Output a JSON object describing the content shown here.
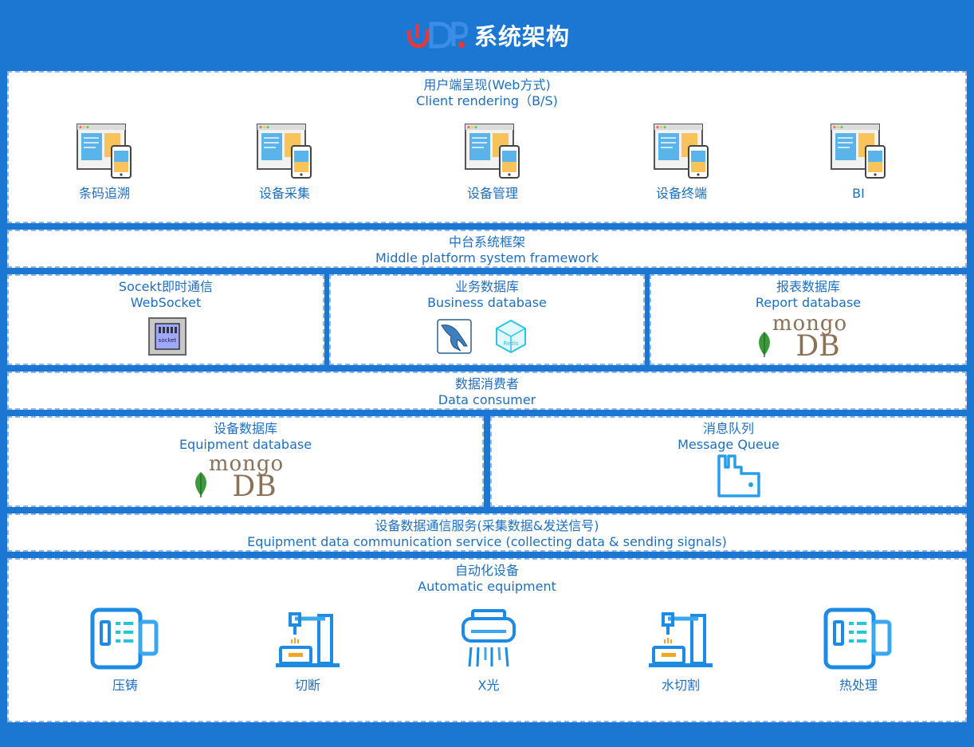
{
  "header": {
    "title": "系统架构"
  },
  "client": {
    "title_cn": "用户端呈现(Web方式)",
    "title_en": "Client rendering（B/S)",
    "items": [
      {
        "label": "条码追溯",
        "icon": "web-mobile-icon"
      },
      {
        "label": "设备采集",
        "icon": "web-mobile-icon"
      },
      {
        "label": "设备管理",
        "icon": "web-mobile-icon"
      },
      {
        "label": "设备终端",
        "icon": "web-mobile-icon"
      },
      {
        "label": "BI",
        "icon": "web-mobile-icon"
      }
    ]
  },
  "middle": {
    "title_cn": "中台系统框架",
    "title_en": "Middle platform system framework",
    "socket": {
      "title_cn": "Socekt即时通信",
      "title_en": "WebSocket",
      "icon_text": "socket"
    },
    "business_db": {
      "title_cn": "业务数据库",
      "title_en": "Business database",
      "redis_text": "Redis"
    },
    "report_db": {
      "title_cn": "报表数据库",
      "title_en": "Report database",
      "logo_top": "mongo",
      "logo_bottom": "DB"
    }
  },
  "consumer": {
    "title_cn": "数据消费者",
    "title_en": "Data consumer"
  },
  "equipment_db": {
    "title_cn": "设备数据库",
    "title_en": "Equipment database",
    "logo_top": "mongo",
    "logo_bottom": "DB"
  },
  "mq": {
    "title_cn": "消息队列",
    "title_en": "Message Queue"
  },
  "comm": {
    "title_cn": "设备数据通信服务(采集数据&发送信号)",
    "title_en": "Equipment data communication service (collecting data & sending signals)"
  },
  "auto": {
    "title_cn": "自动化设备",
    "title_en": "Automatic equipment",
    "items": [
      {
        "label": "压铸",
        "icon": "die-casting-machine-icon"
      },
      {
        "label": "切断",
        "icon": "robot-arm-icon"
      },
      {
        "label": "X光",
        "icon": "xray-machine-icon"
      },
      {
        "label": "水切割",
        "icon": "robot-arm-icon"
      },
      {
        "label": "热处理",
        "icon": "die-casting-machine-icon"
      }
    ]
  },
  "colors": {
    "background": "#1b77d2",
    "text": "#1e6fc0",
    "mongo_green": "#3c9a3c",
    "mongo_brown": "#8a7158"
  }
}
